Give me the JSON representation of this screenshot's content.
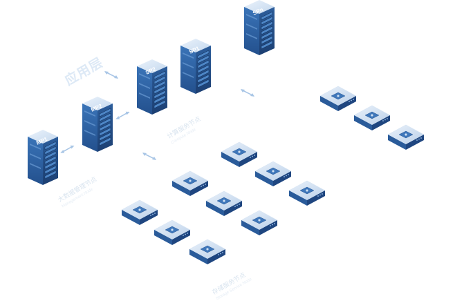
{
  "layer_title": "应用层",
  "servers": [
    {
      "id": "mp1",
      "label": "MP1"
    },
    {
      "id": "mp2",
      "label": "MP2"
    },
    {
      "id": "sp2",
      "label": "SP2"
    },
    {
      "id": "sp1",
      "label": "SP1"
    },
    {
      "id": "spn",
      "label": "SPn"
    }
  ],
  "labels": {
    "data_mgmt": {
      "zh": "大数据管理节点",
      "en": "Management Node"
    },
    "compute": {
      "zh": "计算服务节点",
      "en": "Compute Node"
    },
    "storage": {
      "zh": "存储服务节点",
      "en": "Storage Service Node"
    }
  },
  "colors": {
    "accent": "#2c5fa0",
    "dark": "#1e3f70",
    "light": "#bcd3ea",
    "arrow": "#a9c6e6"
  }
}
